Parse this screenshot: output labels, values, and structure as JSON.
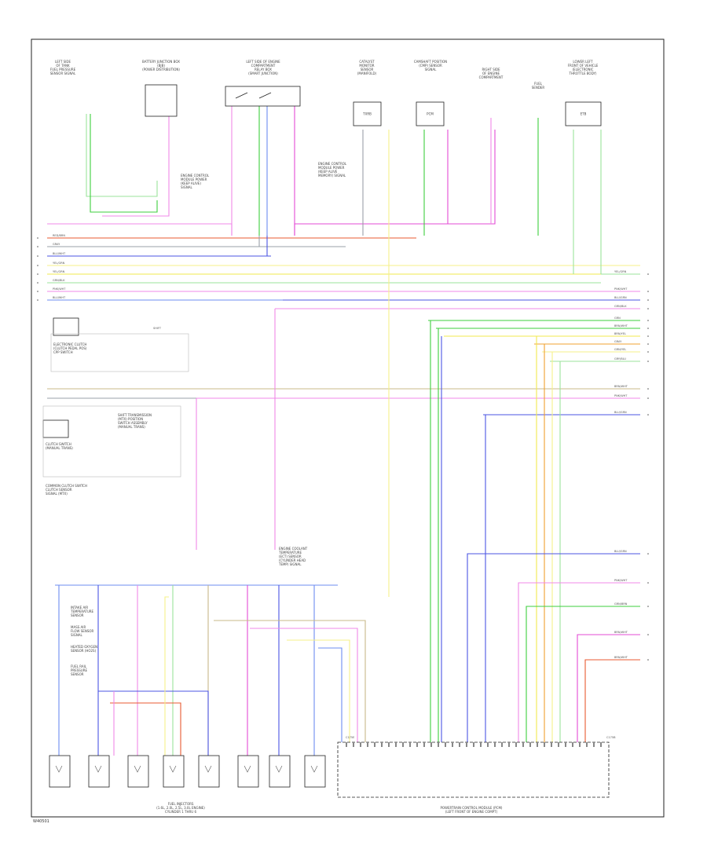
{
  "diagram": {
    "doc_number": "W40501",
    "colors": {
      "white_wire": "#e8e8e8",
      "green": "#3ecf3e",
      "lightgreen": "#9be39b",
      "yellow": "#f2e94e",
      "paleyellow": "#f5f08a",
      "pink": "#f088e8",
      "magenta": "#e34bd4",
      "blue": "#4b55e3",
      "lightblue": "#6d8cf0",
      "red": "#e85a30",
      "orange": "#f0a030",
      "tan": "#c8b88a",
      "gray": "#9aa0a8",
      "border": "#222222"
    },
    "top_components": [
      {
        "id": "sensor_left",
        "lines": [
          "LEFT SIDE",
          "OF TANK",
          "FUEL PRESSURE",
          "SENSOR SIGNAL"
        ]
      },
      {
        "id": "bjb",
        "lines": [
          "BATTERY JUNCTION BOX",
          "(BJB)",
          "(POWER DISTRIBUTION)"
        ]
      },
      {
        "id": "relay_block",
        "lines": [
          "LEFT SIDE OF ENGINE",
          "COMPARTMENT",
          "RELAY BOX",
          "(SMART JUNCTION)"
        ]
      },
      {
        "id": "catalyst_mon",
        "lines": [
          "CATALYST",
          "MONITOR",
          "SENSOR",
          "(MANIFOLD)"
        ],
        "box": "TXRB"
      },
      {
        "id": "cam_sensor",
        "lines": [
          "CAMSHAFT POSITION",
          "(CMP) SENSOR",
          "SIGNAL"
        ],
        "box": "PCM"
      },
      {
        "id": "right_side",
        "lines": [
          "RIGHT SIDE",
          "OF ENGINE",
          "COMPARTMENT"
        ]
      },
      {
        "id": "fuel_sender",
        "lines": [
          "FUEL",
          "SENDER"
        ]
      },
      {
        "id": "lower_left",
        "lines": [
          "LOWER LEFT",
          "FRONT OF VEHICLE",
          "(ELECTRONIC",
          "THROTTLE BODY)"
        ],
        "box": "ETB"
      }
    ],
    "mid_blocks": [
      {
        "id": "ele_clutch",
        "lines": [
          "ELECTRONIC CLUTCH",
          "(CLUTCH PEDAL POS)",
          "CPP SWITCH"
        ],
        "note": "SHIFT"
      },
      {
        "id": "manual_trans",
        "lines": [
          "SHIFT TRANSMISSION",
          "(MTX) POSITION",
          "SWITCH ASSEMBLY",
          "(MANUAL TRANS)"
        ]
      },
      {
        "id": "clutch_switch",
        "lines": [
          "CLUTCH SWITCH",
          "(MANUAL TRANS)"
        ]
      },
      {
        "id": "cm_clutch",
        "lines": [
          "COMMON CLUTCH SWITCH",
          "CLUTCH SENSOR",
          "SIGNAL (MTX)"
        ]
      }
    ],
    "bus_wire_labels_left": [
      "RED/BRN",
      "GRAY",
      "BLU/WHT",
      "YEL/GRN",
      "YEL/GRN",
      "GRN/BLK",
      "PNK/WHT",
      "BLU/WHT"
    ],
    "bus_wire_labels_right": [
      "YEL/GRN",
      "PNK/WHT",
      "BLU/GRN",
      "GRN/BLK",
      "GRN",
      "BRN/WHT",
      "BRN/YEL",
      "GRAY",
      "GRN/YEL",
      "GRY/BLU",
      "BRN/WHT",
      "PNK/WHT",
      "BLU/GRN"
    ],
    "bottom_right_outputs": [
      "BLU/GRN",
      "PNK/WHT",
      "GRN/BRN",
      "BRN/WHT",
      "BRN/WHT"
    ],
    "mid_note_lines": [
      "ENGINE COOLANT",
      "TEMPERATURE",
      "(ECT) SENSOR",
      "(CYLINDER HEAD",
      "TEMP) SIGNAL"
    ],
    "upper_note_lines": [
      "ENGINE CONTROL",
      "MODULE POWER",
      "(KEEP ALIVE",
      "MEMORY) SIGNAL"
    ],
    "left_note_lines": [
      "ENGINE CONTROL",
      "MODULE POWER",
      "(KEEP ALIVE)",
      "SIGNAL"
    ],
    "sensor_notes_left": [
      [
        "INTAKE AIR",
        "TEMPERATURE",
        "SENSOR"
      ],
      [
        "MASS AIR",
        "FLOW SENSOR",
        "SIGNAL"
      ],
      [
        "HEATED OXYGEN",
        "SENSOR (HO2S)"
      ],
      [
        "FUEL RAIL",
        "PRESSURE",
        "SENSOR"
      ]
    ],
    "bottom_sensors_caption": [
      "FUEL INJECTORS",
      "(1.6L, 2.0L, 2.5L, 3.0L ENGINE)",
      "CYLINDER 1 THRU 6"
    ],
    "pcm_caption": [
      "POWERTRAIN CONTROL MODULE (PCM)",
      "(LEFT FRONT OF ENGINE COMPT)"
    ],
    "pcm_pins": [
      "C175B",
      "C175E"
    ]
  }
}
